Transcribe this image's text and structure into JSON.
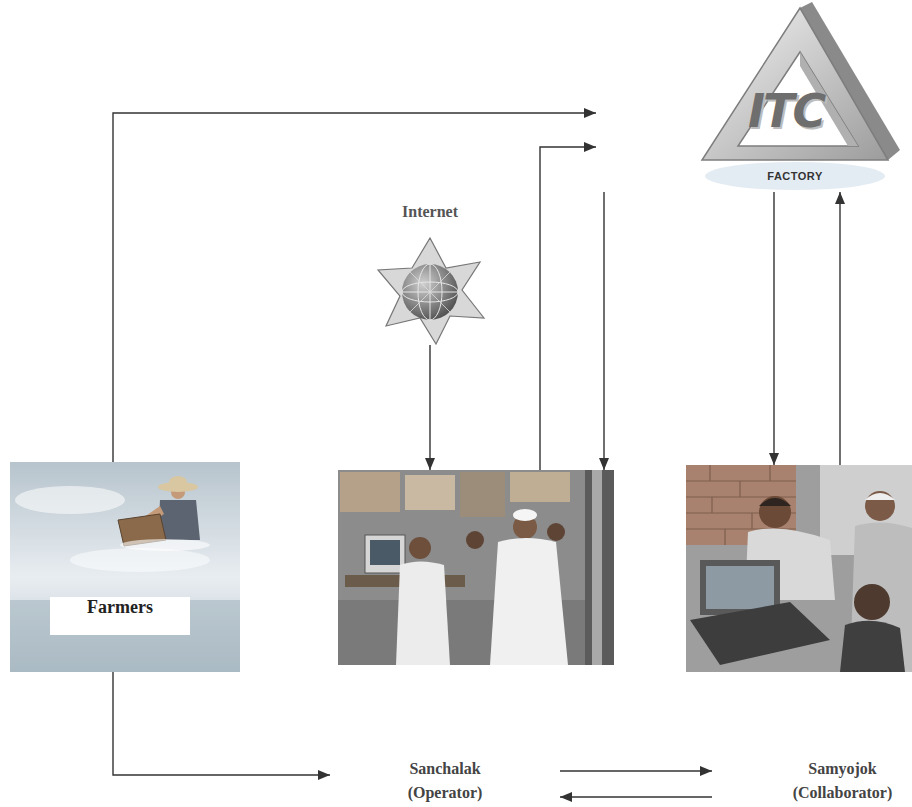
{
  "diagram": {
    "nodes": [
      {
        "text": [
          "FACTORY"
        ]
      },
      {
        "text": [
          "Internet"
        ]
      },
      {
        "text": [
          "Farmers"
        ]
      },
      {
        "text": []
      },
      {
        "text": []
      },
      {
        "text": [
          "Sanchalak (Operator)"
        ]
      },
      {
        "text": [
          "Samyojok (Collaborator)"
        ]
      }
    ],
    "edges": [
      {
        "from": 2,
        "to": 0,
        "arrow": "to"
      },
      {
        "from": 2,
        "to": 5,
        "arrow": "to"
      },
      {
        "from": 3,
        "to": 0,
        "arrow": "to"
      },
      {
        "from": 0,
        "to": 3,
        "arrow": "to"
      },
      {
        "from": 1,
        "to": 3,
        "arrow": "to"
      },
      {
        "from": 0,
        "to": 4,
        "arrow": "to"
      },
      {
        "from": 4,
        "to": 0,
        "arrow": "to"
      },
      {
        "from": 5,
        "to": 6,
        "arrow": "to"
      },
      {
        "from": 6,
        "to": 5,
        "arrow": "to"
      }
    ],
    "labels": [
      "ITC"
    ]
  }
}
